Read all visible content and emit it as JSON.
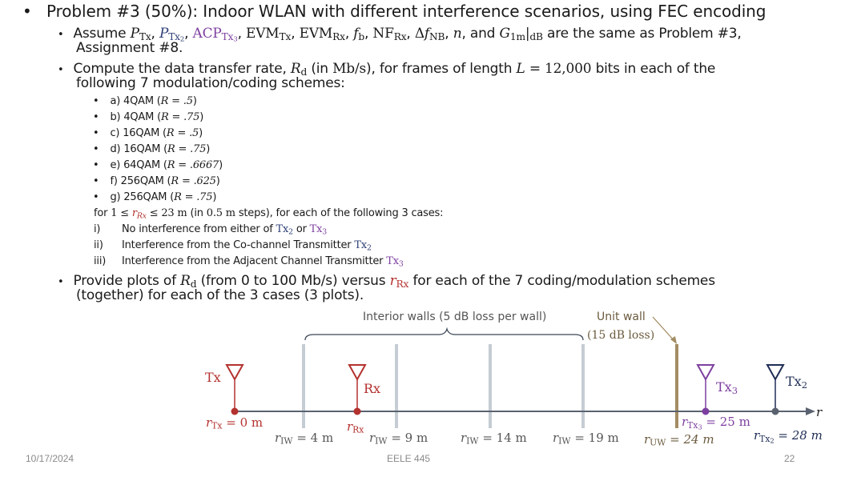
{
  "slide": {
    "problem": {
      "bullet": "•",
      "title": "Problem #3 (50%): Indoor WLAN with different interference scenarios, using FEC encoding"
    },
    "assume": {
      "prefix": "Assume ",
      "p_tx": "P",
      "p_tx_sub": "Tx",
      "p_tx2": "P",
      "p_tx2_sub": "Tx",
      "acp": "ACP",
      "acp_sub": "Tx",
      "evm_tx": "EVM",
      "evm_tx_sub": "Tx",
      "evm_rx": "EVM",
      "evm_rx_sub": "Rx",
      "fb": "f",
      "fb_sub": "b",
      "nf": "NF",
      "nf_sub": "Rx",
      "df": "Δf",
      "df_sub": "NB",
      "n": "n",
      "g": "G",
      "g_sub": "1m",
      "g_sub2": "dB",
      "suffix": " are the same as Problem #3,",
      "line2": "Assignment #8."
    },
    "compute": {
      "line1_a": "Compute the data transfer rate, ",
      "rd": "R",
      "rd_sub": "d",
      "line1_b": " (in ",
      "units": "Mb/s",
      "line1_c": "), for frames of length ",
      "L": "L",
      "eq": " = 12,000",
      "line1_d": " bits in each of the",
      "line2": "following 7 modulation/coding schemes:"
    },
    "schemes": [
      {
        "label": "a) 4QAM (",
        "rate": "R = .5",
        "close": ")"
      },
      {
        "label": "b) 4QAM (",
        "rate": "R = .75",
        "close": ")"
      },
      {
        "label": "c) 16QAM (",
        "rate": "R = .5",
        "close": ")"
      },
      {
        "label": "d) 16QAM (",
        "rate": "R = .75",
        "close": ")"
      },
      {
        "label": "e) 64QAM (",
        "rate": "R = .6667",
        "close": ")"
      },
      {
        "label": "f) 256QAM (",
        "rate": "R = .625",
        "close": ")"
      },
      {
        "label": "g) 256QAM (",
        "rate": "R = .75",
        "close": ")"
      }
    ],
    "range": {
      "a": "for ",
      "lo": "1 ≤ ",
      "r": "r",
      "r_sub": "Rx",
      "hi": " ≤ 23 m",
      "b": " (in ",
      "step": "0.5 m",
      "c": " steps), for each of the following 3 cases:"
    },
    "cases": [
      {
        "num": "i)",
        "text": "No interference from either of ",
        "tx2": "Tx",
        "tx2_sub": "2",
        "or": " or ",
        "tx3": "Tx",
        "tx3_sub": "3"
      },
      {
        "num": "ii)",
        "text": "Interference from the Co-channel Transmitter ",
        "tx": "Tx",
        "tx_sub": "2"
      },
      {
        "num": "iii)",
        "text": "Interference from the Adjacent Channel Transmitter ",
        "tx": "Tx",
        "tx_sub": "3"
      }
    ],
    "plots": {
      "a": "Provide plots of ",
      "rd": "R",
      "rd_sub": "d",
      "b": " (from 0 to 100 Mb/s) versus ",
      "r": "r",
      "r_sub": "Rx",
      "c": " for each of the 7 coding/modulation schemes",
      "line2": "(together) for each of the 3 cases (3 plots)."
    },
    "diagram": {
      "interior_walls_label": "Interior walls (5 dB loss per wall)",
      "unit_wall_label_1": "Unit wall",
      "unit_wall_label_2": "(15 dB loss)",
      "tx_label": "Tx",
      "rx_label": "Rx",
      "tx3_label": "Tx",
      "tx3_sub": "3",
      "tx2_label": "Tx",
      "tx2_sub": "2",
      "axis_label": "r",
      "r_tx": "r",
      "r_tx_sub": "Tx",
      "r_tx_val": " = 0 m",
      "r_rx": "r",
      "r_rx_sub": "Rx",
      "r_iw": "r",
      "r_iw_sub": "IW",
      "iw_values": [
        " = 4 m",
        " = 9 m",
        " = 14 m",
        " = 19 m"
      ],
      "r_uw": "r",
      "r_uw_sub": "UW",
      "r_uw_val": " = 24 m",
      "r_tx3": "r",
      "r_tx3_sub": "Tx",
      "r_tx3_sub2": "3",
      "r_tx3_val": " = 25 m",
      "r_tx2": "r",
      "r_tx2_sub": "Tx",
      "r_tx2_sub2": "2",
      "r_tx2_val": " = 28 m",
      "colors": {
        "tx": "#b3312e",
        "tx3": "#7d3fa0",
        "tx2": "#1f2d55",
        "interior_wall": "#c5ccd3",
        "unit_wall": "#a48d64",
        "axis": "#5a6270",
        "label_gray": "#555555"
      }
    },
    "footer": {
      "date": "10/17/2024",
      "course": "EELE 445",
      "page": "22"
    }
  }
}
